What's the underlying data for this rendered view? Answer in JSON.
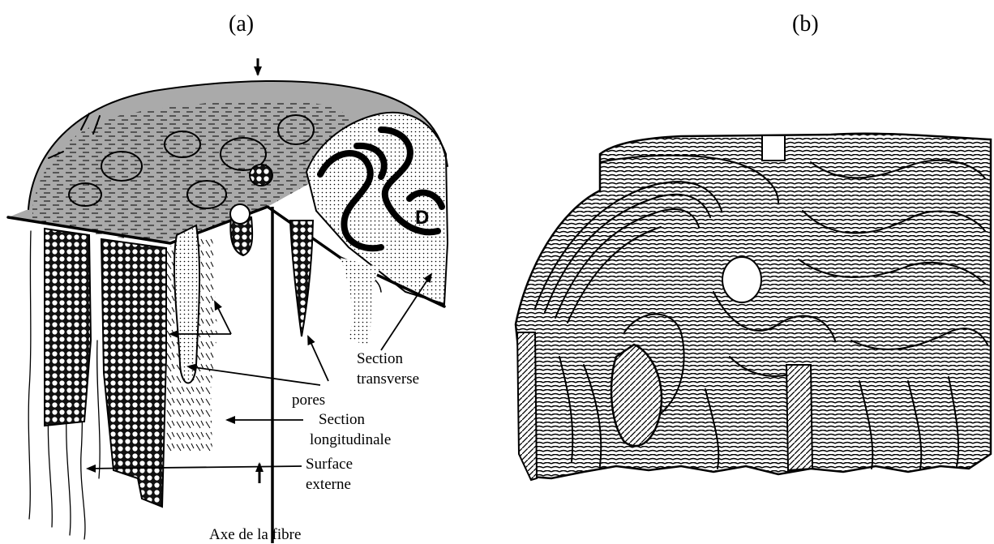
{
  "panels": {
    "a": {
      "label": "(a)"
    },
    "b": {
      "label": "(b)"
    }
  },
  "annotations": {
    "d_marker": "D",
    "section_transverse": [
      "Section",
      "transverse"
    ],
    "pores": "pores",
    "section_longitudinale": [
      "Section",
      "longitudinale"
    ],
    "surface_externe": [
      "Surface",
      "externe"
    ],
    "axe_fibre": "Axe de la fibre"
  }
}
